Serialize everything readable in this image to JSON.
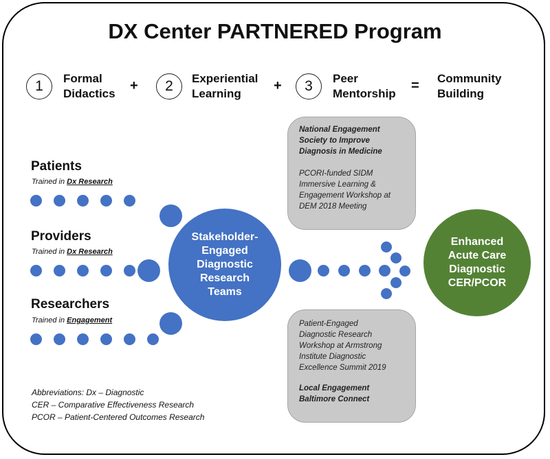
{
  "title": "DX Center PARTNERED Program",
  "steps": [
    {
      "number": "1",
      "label_line1": "Formal",
      "label_line2": "Didactics"
    },
    {
      "number": "2",
      "label_line1": "Experiential",
      "label_line2": "Learning"
    },
    {
      "number": "3",
      "label_line1": "Peer",
      "label_line2": "Mentorship"
    }
  ],
  "operators": [
    "+",
    "+",
    "="
  ],
  "result": {
    "line1": "Community",
    "line2": "Building"
  },
  "groups": [
    {
      "title": "Patients",
      "trained_prefix": "Trained in ",
      "trained_focus": "Dx Research"
    },
    {
      "title": "Providers",
      "trained_prefix": "Trained in ",
      "trained_focus": "Dx Research"
    },
    {
      "title": "Researchers",
      "trained_prefix": "Trained in ",
      "trained_focus": "Engagement"
    }
  ],
  "center_circle": "Stakeholder-\nEngaged\nDiagnostic\nResearch\nTeams",
  "goal_circle": "Enhanced\nAcute Care\nDiagnostic\nCER/PCOR",
  "top_box": {
    "heading_line1": "National Engagement",
    "heading_line2": "Society to Improve",
    "heading_line3": "Diagnosis in Medicine",
    "body_line1": "PCORI-funded SIDM",
    "body_line2": "Immersive Learning &",
    "body_line3": "Engagement Workshop at",
    "body_line4": "DEM 2018 Meeting"
  },
  "bottom_box": {
    "body_line1": "Patient-Engaged",
    "body_line2": "Diagnostic Research",
    "body_line3": "Workshop at Armstrong",
    "body_line4": "Institute Diagnostic",
    "body_line5": "Excellence Summit 2019",
    "heading_line1": "Local Engagement",
    "heading_line2": "Baltimore Connect"
  },
  "abbreviations": [
    "Abbreviations: Dx – Diagnostic",
    "CER – Comparative Effectiveness Research",
    "PCOR – Patient-Centered Outcomes Research"
  ],
  "colors": {
    "blue": "#4472c4",
    "green": "#548235",
    "box_gray": "#c9c9c9"
  }
}
